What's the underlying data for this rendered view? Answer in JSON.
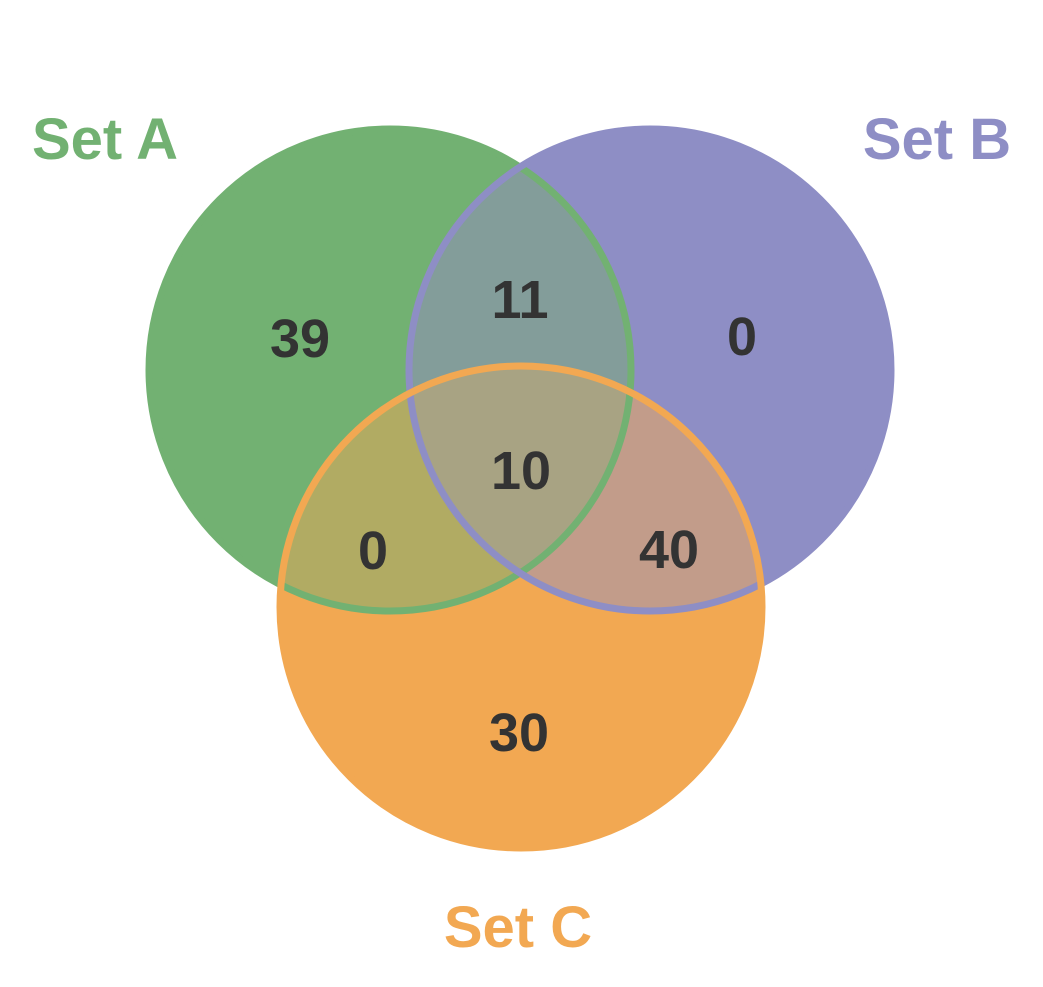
{
  "chart_data": {
    "type": "venn",
    "background": "#ffffff",
    "value_color": "#333333",
    "sets": [
      {
        "id": "A",
        "label": "Set A",
        "color": "#72b172"
      },
      {
        "id": "B",
        "label": "Set B",
        "color": "#8e8ec5"
      },
      {
        "id": "C",
        "label": "Set C",
        "color": "#f2a852"
      }
    ],
    "regions": [
      {
        "sets": [
          "A"
        ],
        "value": 39
      },
      {
        "sets": [
          "B"
        ],
        "value": 0
      },
      {
        "sets": [
          "C"
        ],
        "value": 30
      },
      {
        "sets": [
          "A",
          "B"
        ],
        "value": 11
      },
      {
        "sets": [
          "A",
          "C"
        ],
        "value": 0
      },
      {
        "sets": [
          "B",
          "C"
        ],
        "value": 40
      },
      {
        "sets": [
          "A",
          "B",
          "C"
        ],
        "value": 10
      }
    ],
    "overlap_colors": {
      "AB": "#839d9a",
      "AC": "#b1ab63",
      "BC": "#c29c8a",
      "ABC": "#a8a383"
    }
  }
}
